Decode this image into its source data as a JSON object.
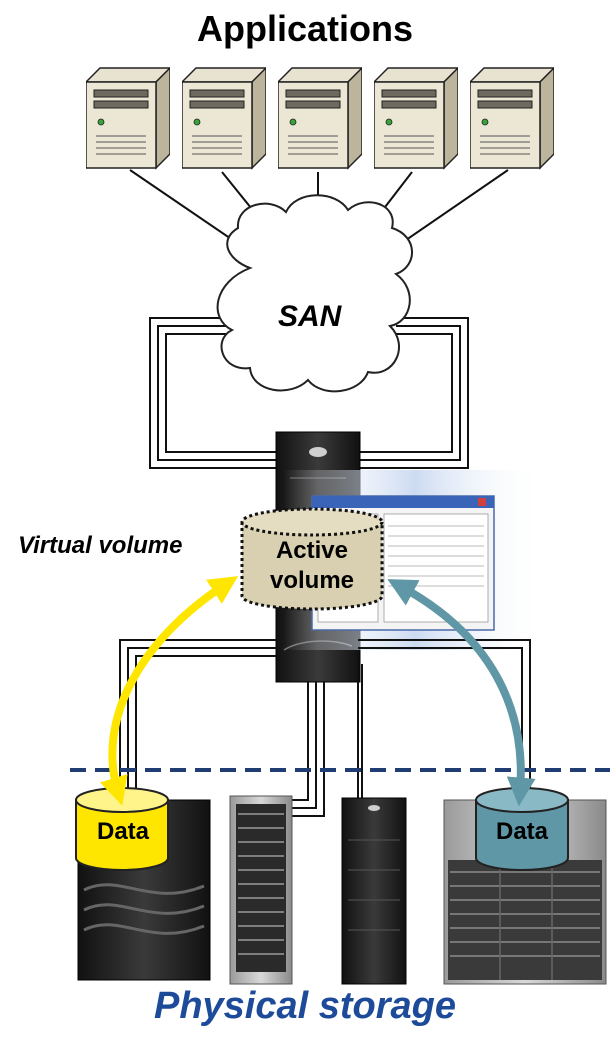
{
  "diagram": {
    "title": "Applications",
    "san_label": "SAN",
    "virtual_volume_label": "Virtual volume",
    "active_volume_label": "Active volume",
    "data_left_label": "Data",
    "data_right_label": "Data",
    "physical_storage_label": "Physical storage"
  },
  "colors": {
    "yellow_arrow": "#ffe600",
    "teal_arrow": "#5f97a6",
    "dashed_line": "#1f3d73",
    "physical_storage_text": "#1e4a9a",
    "active_volume_fill": "#d8d0b0"
  },
  "icons": [
    "server-icon",
    "cloud-icon",
    "storage-cabinet-icon",
    "cylinder-icon",
    "window-screenshot-icon"
  ]
}
